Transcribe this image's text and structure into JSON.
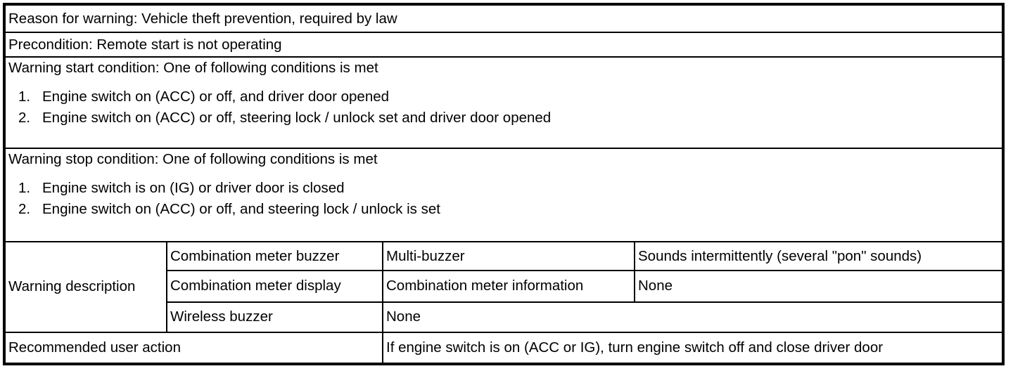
{
  "reason": "Reason for warning: Vehicle theft prevention, required by law",
  "precondition": "Precondition: Remote start is not operating",
  "start_condition": {
    "title": "Warning start condition: One of following conditions is met",
    "items": [
      {
        "num": "1.",
        "text": "Engine switch on (ACC) or off, and driver door opened"
      },
      {
        "num": "2.",
        "text": "Engine switch on (ACC) or off, steering lock / unlock set and driver door opened"
      }
    ]
  },
  "stop_condition": {
    "title": "Warning stop condition: One of following conditions is met",
    "items": [
      {
        "num": "1.",
        "text": "Engine switch is on (IG) or driver door is closed"
      },
      {
        "num": "2.",
        "text": "Engine switch on (ACC) or off, and steering lock / unlock is set"
      }
    ]
  },
  "warning_description": {
    "label": "Warning description",
    "rows": [
      {
        "device": "Combination meter buzzer",
        "output": "Multi-buzzer",
        "detail": "Sounds intermittently (several \"pon\" sounds)"
      },
      {
        "device": "Combination meter display",
        "output": "Combination meter information",
        "detail": "None"
      },
      {
        "device": "Wireless buzzer",
        "output": "None"
      }
    ]
  },
  "recommended_action": {
    "label": "Recommended user action",
    "value": "If engine switch is on (ACC or IG), turn engine switch off and close driver door"
  }
}
